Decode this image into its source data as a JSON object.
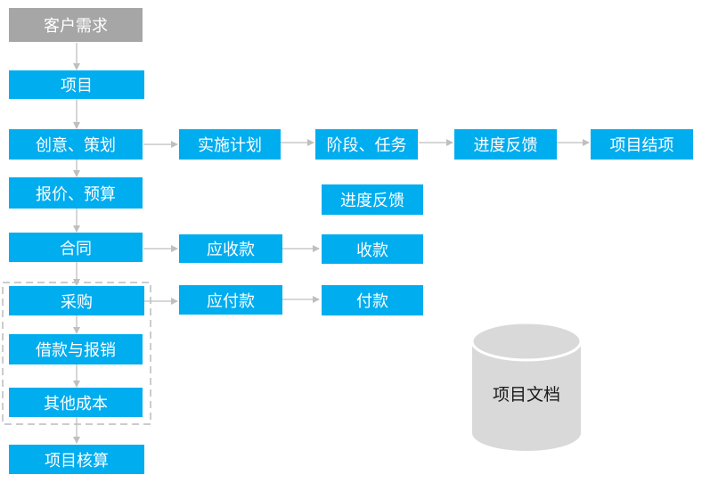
{
  "nodes": {
    "customer_needs": "客户需求",
    "project": "项目",
    "creative_planning": "创意、策划",
    "implementation_plan": "实施计划",
    "phases_tasks": "阶段、任务",
    "progress_feedback_1": "进度反馈",
    "project_closure": "项目结项",
    "quote_budget": "报价、预算",
    "progress_feedback_2": "进度反馈",
    "contract": "合同",
    "receivables": "应收款",
    "collection": "收款",
    "procurement": "采购",
    "loans_reimbursement": "借款与报销",
    "other_costs": "其他成本",
    "payables": "应付款",
    "payment": "付款",
    "project_accounting": "项目核算",
    "project_docs": "项目文档"
  },
  "colors": {
    "node_blue": "#00adef",
    "node_gray": "#a6a6a6",
    "connector": "#bfbfbf",
    "dashed_group": "#cccccc",
    "database": "#d9d9d9"
  }
}
